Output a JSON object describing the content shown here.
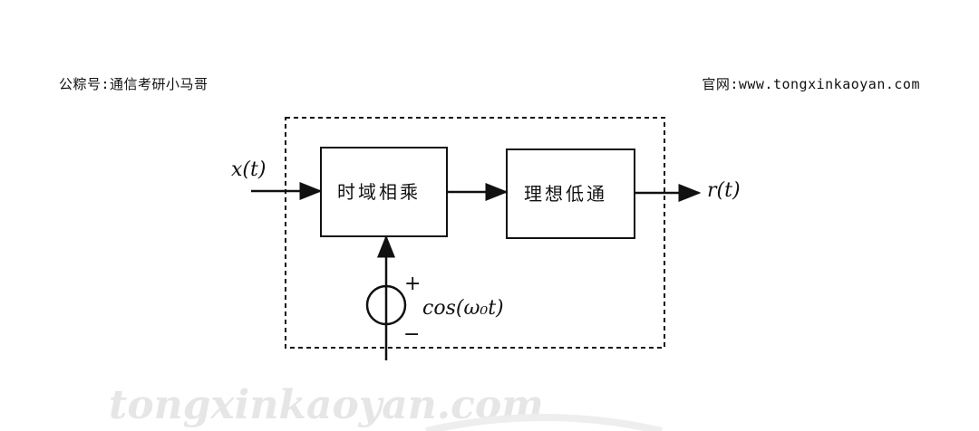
{
  "header": {
    "left": "公粽号:通信考研小马哥",
    "right": "官网:www.tongxinkaoyan.com"
  },
  "watermark": "tongxinkaoyan.com",
  "diagram": {
    "input_label": "x(t)",
    "output_label": "r(t)",
    "block1": "时域相乘",
    "block2": "理想低通",
    "source_label": "cos(ω₀t)",
    "plus": "+",
    "minus": "−"
  }
}
